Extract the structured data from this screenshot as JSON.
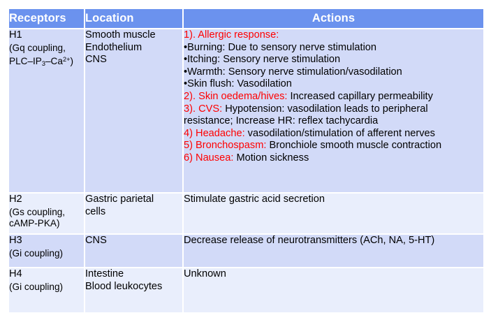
{
  "table": {
    "headers": {
      "receptors": "Receptors",
      "location": "Location",
      "actions": "Actions"
    },
    "colors": {
      "header_bg": "#6b92ee",
      "header_text": "#ffffff",
      "row_dark": "#d2daf8",
      "row_light": "#e9eefc",
      "accent_red": "#ff0000",
      "body_text": "#000000",
      "page_bg": "#ffffff"
    },
    "rows": [
      {
        "receptor_name": "H1",
        "receptor_sub_line1": "(Gq coupling,",
        "receptor_sub_line2_pre": "PLC–IP",
        "receptor_sub_line2_sub": "3",
        "receptor_sub_line2_mid": "–Ca",
        "receptor_sub_line2_sup": "2+",
        "receptor_sub_line2_post": ")",
        "location_lines": [
          "Smooth muscle",
          "Endothelium",
          "CNS"
        ],
        "actions": [
          {
            "label": "1). Allergic response:",
            "text": ""
          },
          {
            "label": "",
            "text": "•Burning: Due to sensory nerve stimulation"
          },
          {
            "label": "",
            "text": "•Itching:  Sensory nerve stimulation"
          },
          {
            "label": "",
            "text": "•Warmth: Sensory nerve stimulation/vasodilation"
          },
          {
            "label": "",
            "text": "•Skin flush: Vasodilation"
          },
          {
            "label": "2). Skin oedema/hives:",
            "text": " Increased capillary permeability"
          },
          {
            "label": "3). CVS:",
            "text": " Hypotension: vasodilation leads to  peripheral"
          },
          {
            "label": "",
            "text": "resistance; Increase HR:  reflex tachycardia"
          },
          {
            "label": "4) Headache:",
            "text": " vasodilation/stimulation of afferent nerves"
          },
          {
            "label": "5) Bronchospasm:",
            "text": "  Bronchiole smooth muscle contraction"
          },
          {
            "label": "6) Nausea:",
            "text": " Motion sickness"
          }
        ]
      },
      {
        "receptor_name": "H2",
        "receptor_sub_line1": "(Gs coupling,",
        "receptor_sub_line2": "cAMP-PKA)",
        "location_lines": [
          "Gastric parietal",
          "cells"
        ],
        "actions": [
          {
            "label": "",
            "text": "Stimulate gastric acid secretion"
          }
        ]
      },
      {
        "receptor_name": "H3",
        "receptor_sub_line1": "(Gi coupling)",
        "location_lines": [
          "CNS"
        ],
        "actions": [
          {
            "label": "",
            "text": "Decrease release of neurotransmitters (ACh, NA, 5-HT)"
          }
        ]
      },
      {
        "receptor_name": "H4",
        "receptor_sub_line1": "(Gi coupling)",
        "location_lines": [
          "Intestine",
          "Blood leukocytes"
        ],
        "actions": [
          {
            "label": "",
            "text": "Unknown"
          }
        ]
      }
    ]
  }
}
